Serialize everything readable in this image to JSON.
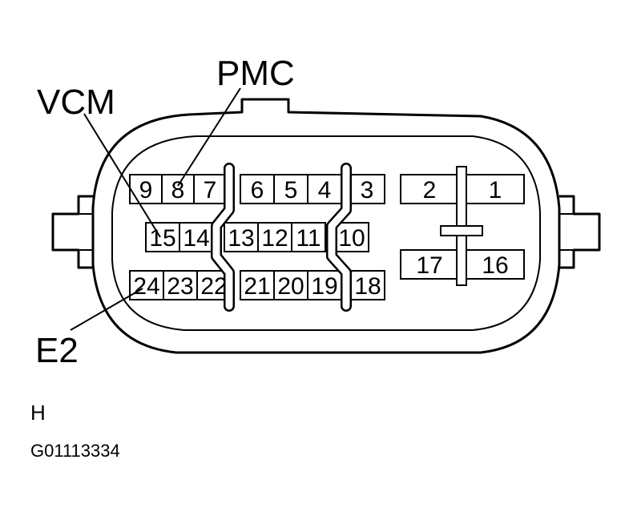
{
  "labels": {
    "pmc": "PMC",
    "vcm": "VCM",
    "e2": "E2",
    "connector_id": "H",
    "figure_code": "G01113334"
  },
  "pins": {
    "p1": "1",
    "p2": "2",
    "p3": "3",
    "p4": "4",
    "p5": "5",
    "p6": "6",
    "p7": "7",
    "p8": "8",
    "p9": "9",
    "p10": "10",
    "p11": "11",
    "p12": "12",
    "p13": "13",
    "p14": "14",
    "p15": "15",
    "p16": "16",
    "p17": "17",
    "p18": "18",
    "p19": "19",
    "p20": "20",
    "p21": "21",
    "p22": "22",
    "p23": "23",
    "p24": "24"
  }
}
